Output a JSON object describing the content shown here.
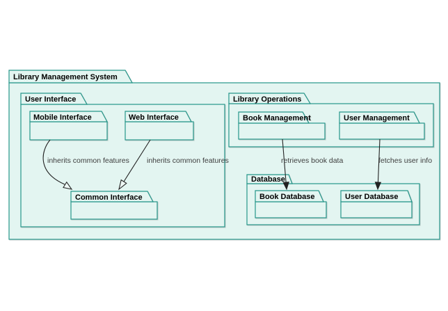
{
  "diagram_title": "Library Management System",
  "packages": {
    "lms": {
      "label": "Library Management System"
    },
    "user_interface": {
      "label": "User Interface"
    },
    "mobile_interface": {
      "label": "Mobile Interface"
    },
    "web_interface": {
      "label": "Web Interface"
    },
    "common_interface": {
      "label": "Common Interface"
    },
    "library_operations": {
      "label": "Library Operations"
    },
    "book_management": {
      "label": "Book Management"
    },
    "user_management": {
      "label": "User Management"
    },
    "database": {
      "label": "Database"
    },
    "book_database": {
      "label": "Book Database"
    },
    "user_database": {
      "label": "User Database"
    }
  },
  "edges": {
    "mobile_to_common": {
      "from": "Mobile Interface",
      "to": "Common Interface",
      "label": "inherits common features",
      "type": "inheritance"
    },
    "web_to_common": {
      "from": "Web Interface",
      "to": "Common Interface",
      "label": "inherits common features",
      "type": "inheritance"
    },
    "book_mgmt_to_book_db": {
      "from": "Book Management",
      "to": "Book Database",
      "label": "retrieves book data",
      "type": "dependency"
    },
    "user_mgmt_to_user_db": {
      "from": "User Management",
      "to": "User Database",
      "label": "fetches user info",
      "type": "dependency"
    }
  },
  "colors": {
    "package_border": "#26968a",
    "package_fill": "#e3f5f1",
    "title_text": "#000000",
    "edge_label_text": "#3d3d3d",
    "arrow": "#222222",
    "canvas": "#ffffff"
  }
}
